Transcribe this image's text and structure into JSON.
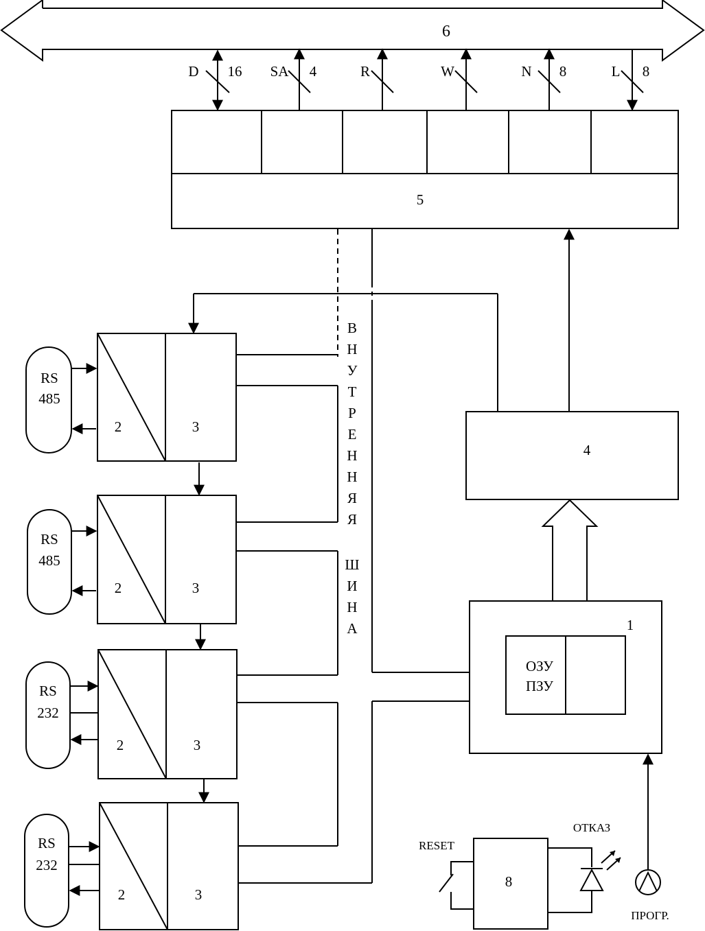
{
  "bus": {
    "label": "6"
  },
  "signals": [
    {
      "name": "D",
      "width": "16"
    },
    {
      "name": "SA",
      "width": "4"
    },
    {
      "name": "R",
      "width": ""
    },
    {
      "name": "W",
      "width": ""
    },
    {
      "name": "N",
      "width": "8"
    },
    {
      "name": "L",
      "width": "8"
    }
  ],
  "interface_block": {
    "label": "5"
  },
  "controller": {
    "label": "4"
  },
  "processor": {
    "label": "1",
    "memory_ram": "ОЗУ",
    "memory_rom": "ПЗУ"
  },
  "internal_bus": {
    "letters_upper": [
      "В",
      "Н",
      "У",
      "Т",
      "Р",
      "Е",
      "Н",
      "Н",
      "Я",
      "Я"
    ],
    "letters_lower": [
      "Ш",
      "И",
      "Н",
      "А"
    ]
  },
  "channels": [
    {
      "port_line1": "RS",
      "port_line2": "485",
      "converter": "2",
      "module": "3"
    },
    {
      "port_line1": "RS",
      "port_line2": "485",
      "converter": "2",
      "module": "3"
    },
    {
      "port_line1": "RS",
      "port_line2": "232",
      "converter": "2",
      "module": "3"
    },
    {
      "port_line1": "RS",
      "port_line2": "232",
      "converter": "2",
      "module": "3"
    }
  ],
  "watchdog": {
    "label": "8",
    "reset_label": "RESET",
    "fault_label": "ОТКАЗ"
  },
  "programming": {
    "label": "ПРОГР."
  }
}
